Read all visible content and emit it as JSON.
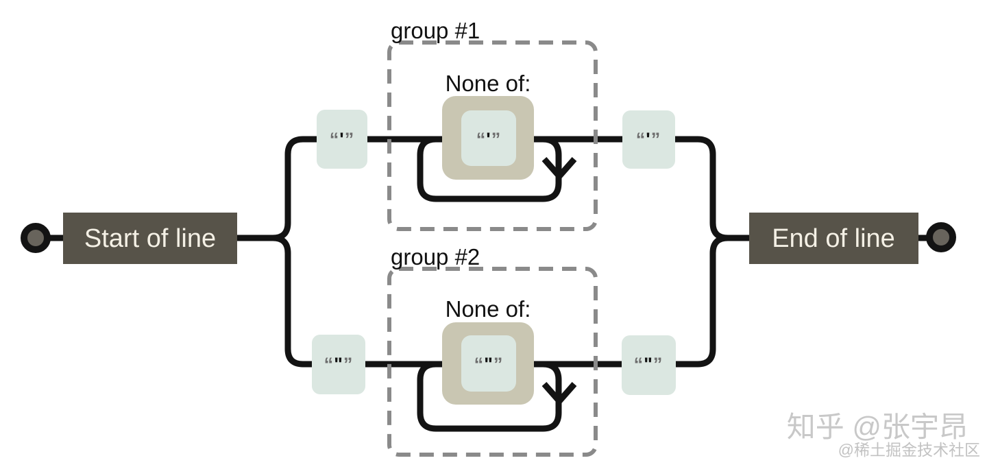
{
  "diagram": {
    "title_hint": "railroad-regex-diagram",
    "start_label": "Start of line",
    "end_label": "End of line",
    "branches": [
      {
        "left_literal": {
          "open": "“",
          "char": "'",
          "close": "”"
        },
        "group_label": "group #1",
        "none_of_label": "None of:",
        "group_literal": {
          "open": "“",
          "char": "'",
          "close": "”"
        },
        "right_literal": {
          "open": "“",
          "char": "'",
          "close": "”"
        }
      },
      {
        "left_literal": {
          "open": "“",
          "char": "\"",
          "close": "”"
        },
        "group_label": "group #2",
        "none_of_label": "None of:",
        "group_literal": {
          "open": "“",
          "char": "\"",
          "close": "”"
        },
        "right_literal": {
          "open": "“",
          "char": "\"",
          "close": "”"
        }
      }
    ],
    "colors": {
      "node_fill": "#575349",
      "node_text": "#f4f0e5",
      "literal_box_fill": "#dbe7e1",
      "charclass_box_fill": "#c9c6b2",
      "line_stroke": "#131313",
      "group_border": "#8a8a8a",
      "quote_mark": "#6e6e6e",
      "background": "#ffffff",
      "watermark": "#c8c8c8"
    }
  },
  "watermark": {
    "line1": "知乎 @张宇昂",
    "line2": "@稀土掘金技术社区"
  }
}
